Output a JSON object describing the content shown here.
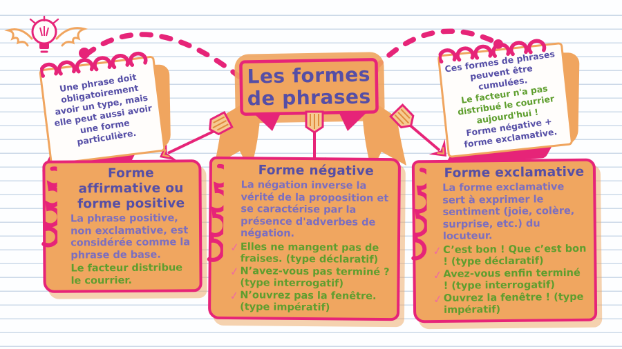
{
  "colors": {
    "pink": "#E62478",
    "orange": "#F0A55F",
    "purple_title": "#554EA6",
    "purple_body": "#7B6EC0",
    "green": "#5E9E2E",
    "paper_line": "#CCD9E8"
  },
  "icons": {
    "check": "✓",
    "lightbulb": "winged-lightbulb"
  },
  "banner": {
    "line1": "Les formes",
    "line2": "de phrases"
  },
  "note_left": {
    "part1": "Une phrase doit obligatoirement avoir un ",
    "bold1": "type",
    "part2": ", mais elle peut aussi avoir une ",
    "bold2": "forme",
    "part3": " particulière."
  },
  "note_right": {
    "intro": "Ces formes de phrases peuvent être cumulées.",
    "example": "Le facteur n'a pas distribué le courrier aujourd'hui !",
    "result": "Forme négative + forme exclamative."
  },
  "panels": {
    "affirmative": {
      "title": "Forme affirmative ou forme positive",
      "body": "La phrase positive, non exclamative, est considérée comme la phrase de base.",
      "example": "Le facteur distribue le courrier."
    },
    "negative": {
      "title": "Forme négative",
      "body": "La négation inverse la vérité de la proposition et se caractérise par la présence d'adverbes de négation.",
      "bullets": [
        "Elles ne mangent pas de fraises. (type déclaratif)",
        "N’avez-vous pas terminé ? (type interrogatif)",
        "N’ouvrez pas la fenêtre. (type impératif)"
      ]
    },
    "exclamative": {
      "title": "Forme exclamative",
      "body": "La forme exclamative sert à exprimer le sentiment (joie, colère, surprise, etc.) du locuteur.",
      "bullets": [
        "C’est bon ! Que c’est bon ! (type déclaratif)",
        "Avez-vous enfin terminé ! (type interrogatif)",
        "Ouvrez la fenêtre ! (type impératif)"
      ]
    }
  }
}
